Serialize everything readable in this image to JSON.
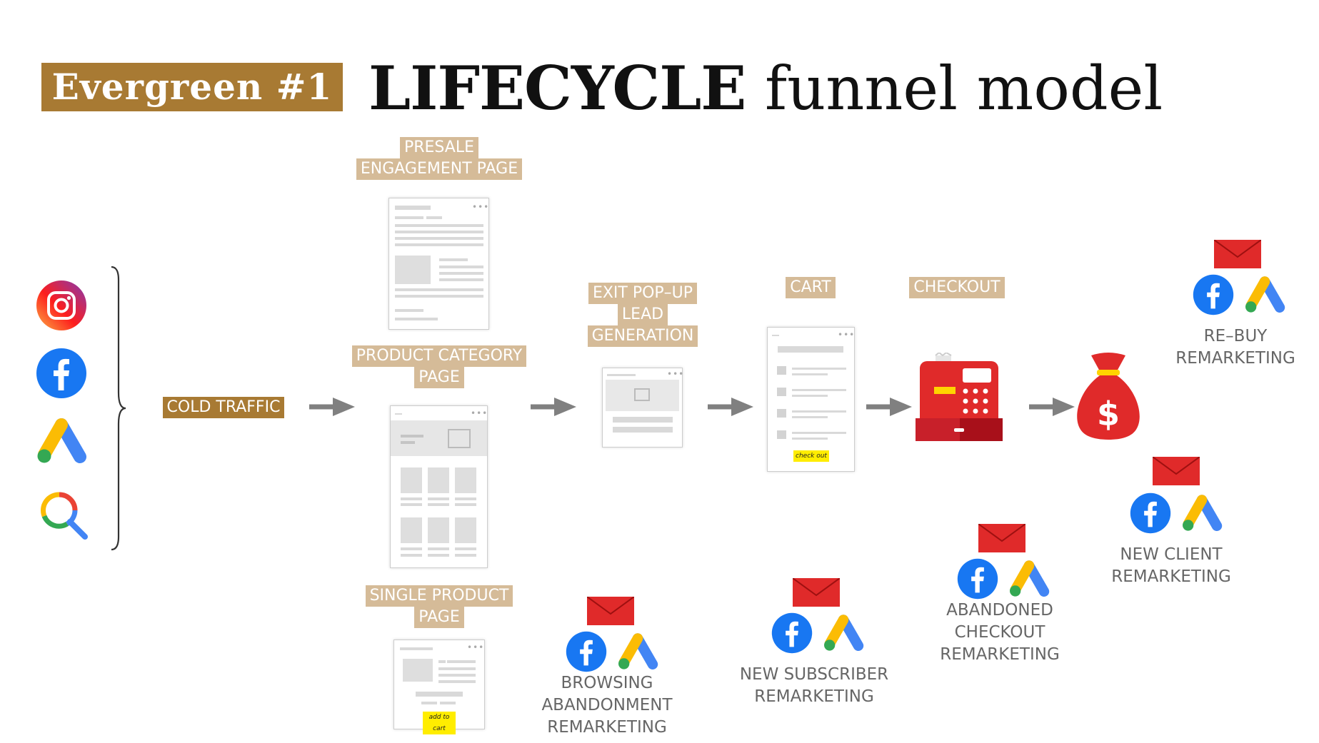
{
  "header": {
    "badge": "Evergreen #1",
    "title_bold": "LIFECYCLE",
    "title_rest": " funnel model"
  },
  "sources": {
    "icons": [
      "instagram-icon",
      "facebook-icon",
      "google-ads-icon",
      "google-search-icon"
    ]
  },
  "stages": {
    "cold_traffic": "COLD TRAFFIC",
    "presale_line1": "PRESALE",
    "presale_line2": "ENGAGEMENT PAGE",
    "category_line1": "PRODUCT CATEGORY",
    "category_line2": "PAGE",
    "single_line1": "SINGLE PRODUCT",
    "single_line2": "PAGE",
    "exit_line1": "EXIT POP–UP",
    "exit_line2": "LEAD",
    "exit_line3": "GENERATION",
    "cart": "CART",
    "checkout": "CHECKOUT"
  },
  "buttons": {
    "add_to_cart": "add to cart",
    "check_out": "check out"
  },
  "remarketing": {
    "browsing_line1": "BROWSING",
    "browsing_line2": "ABANDONMENT",
    "browsing_line3": "REMARKETING",
    "subscriber_line1": "NEW SUBSCRIBER",
    "subscriber_line2": "REMARKETING",
    "abandoned_line1": "ABANDONED",
    "abandoned_line2": "CHECKOUT",
    "abandoned_line3": "REMARKETING",
    "client_line1": "NEW CLIENT",
    "client_line2": "REMARKETING",
    "rebuy_line1": "RE–BUY",
    "rebuy_line2": "REMARKETING"
  },
  "colors": {
    "brown": "#a87a33",
    "tan": "#d5bb98",
    "email_red": "#e02a2a",
    "facebook_blue": "#1877f2",
    "arrow_gray": "#808080",
    "highlight_yellow": "#ffed00"
  }
}
